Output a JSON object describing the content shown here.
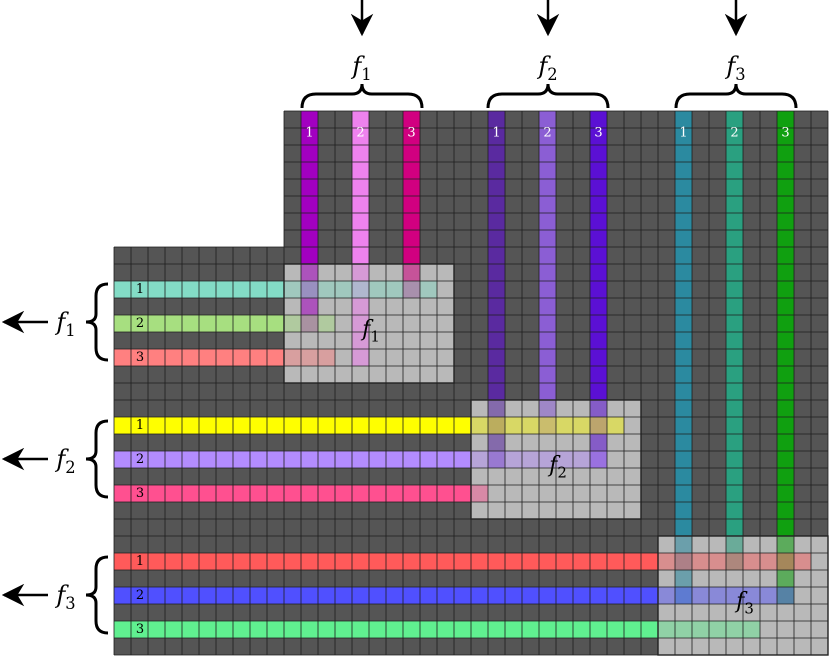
{
  "colors": {
    "grid_dark": "#555555",
    "grid_light": "#b9b9b9",
    "grid_line": "#1e1e1e"
  },
  "blocks": [
    {
      "name": "f1",
      "letter": "f",
      "sub": "1",
      "columns": [
        {
          "label": "1",
          "color": "#a200c0"
        },
        {
          "label": "2",
          "color": "#ee82ee"
        },
        {
          "label": "3",
          "color": "#d10080"
        }
      ],
      "rows": [
        {
          "label": "1",
          "color": "#83dcc6"
        },
        {
          "label": "2",
          "color": "#a7df80"
        },
        {
          "label": "3",
          "color": "#ff8080"
        }
      ]
    },
    {
      "name": "f2",
      "letter": "f",
      "sub": "2",
      "columns": [
        {
          "label": "1",
          "color": "#5a2aa0"
        },
        {
          "label": "2",
          "color": "#8b5ed4"
        },
        {
          "label": "3",
          "color": "#5b10d4"
        }
      ],
      "rows": [
        {
          "label": "1",
          "color": "#ffff00"
        },
        {
          "label": "2",
          "color": "#b38cff"
        },
        {
          "label": "3",
          "color": "#ff5090"
        }
      ]
    },
    {
      "name": "f3",
      "letter": "f",
      "sub": "3",
      "columns": [
        {
          "label": "1",
          "color": "#2b8aa0"
        },
        {
          "label": "2",
          "color": "#2aa080"
        },
        {
          "label": "3",
          "color": "#10a010"
        }
      ],
      "rows": [
        {
          "label": "1",
          "color": "#ff5a5a"
        },
        {
          "label": "2",
          "color": "#5050ff"
        },
        {
          "label": "3",
          "color": "#60f090"
        }
      ]
    }
  ]
}
